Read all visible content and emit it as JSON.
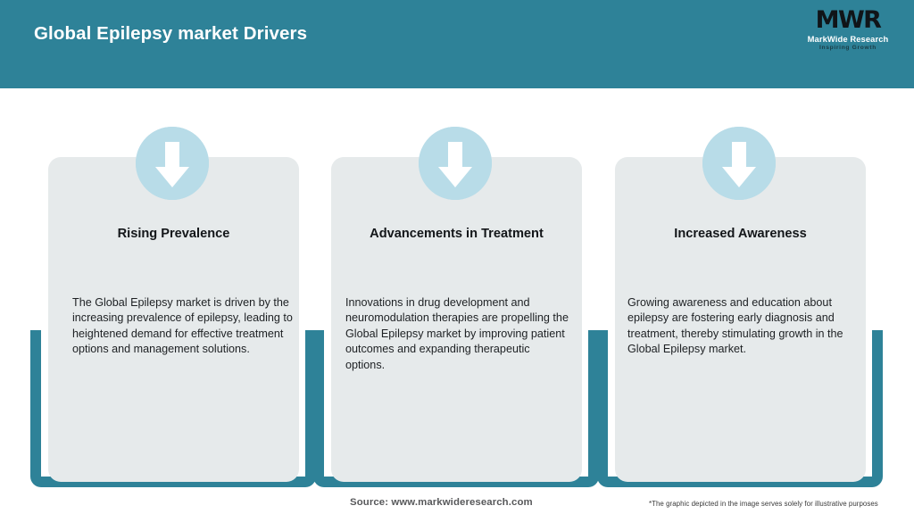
{
  "header": {
    "title": "Global Epilepsy market Drivers",
    "background_color": "#2e8298",
    "title_color": "#ffffff"
  },
  "logo": {
    "mark": "MWR",
    "name": "MarkWide Research",
    "tagline": "Inspiring Growth"
  },
  "theme": {
    "accent_color": "#2e8298",
    "card_background": "#e6eaeb",
    "circle_color": "#b8dce8",
    "arrow_color": "#ffffff",
    "page_background": "#ffffff"
  },
  "cards": [
    {
      "icon": "arrow-down-icon",
      "title": "Rising Prevalence",
      "body": "The Global Epilepsy market is driven by the increasing prevalence of epilepsy, leading to heightened demand for effective treatment options and management solutions."
    },
    {
      "icon": "arrow-down-icon",
      "title": "Advancements in Treatment",
      "body": "Innovations in drug development and neuromodulation therapies are propelling the Global Epilepsy market by improving patient outcomes and expanding therapeutic options."
    },
    {
      "icon": "arrow-down-icon",
      "title": "Increased Awareness",
      "body": "Growing awareness and education about epilepsy are fostering early diagnosis and treatment, thereby stimulating growth in the Global Epilepsy market."
    }
  ],
  "footer": {
    "source": "Source: www.markwideresearch.com",
    "disclaimer": "*The graphic depicted in the image serves solely for illustrative purposes"
  }
}
